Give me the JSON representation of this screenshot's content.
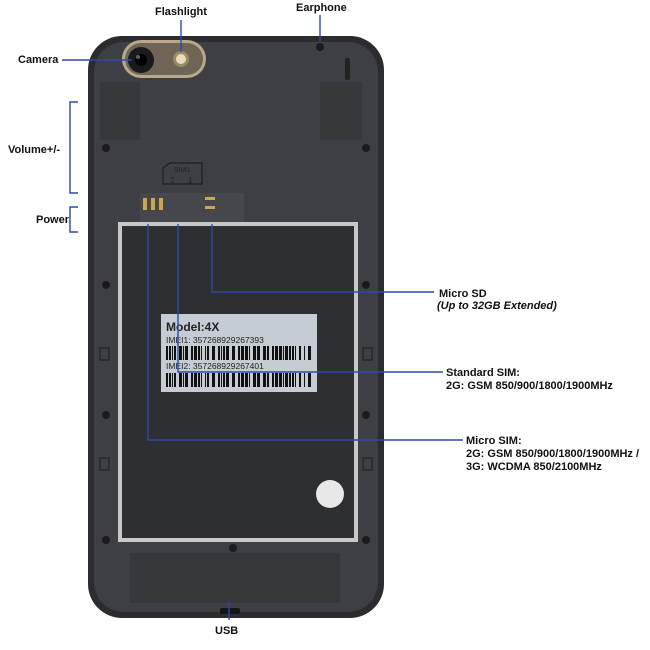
{
  "labels": {
    "camera": "Camera",
    "flashlight": "Flashlight",
    "earphone": "Earphone",
    "volume": "Volume+/-",
    "power": "Power",
    "micro_sd": "Micro SD",
    "micro_sd_note": "(Up to 32GB Extended)",
    "standard_sim": "Standard SIM:",
    "standard_sim_bands": "2G: GSM 850/900/1800/1900MHz",
    "micro_sim": "Micro SIM:",
    "micro_sim_bands_2g": "2G: GSM 850/900/1800/1900MHz /",
    "micro_sim_bands_3g": "3G: WCDMA 850/2100MHz",
    "usb": "USB"
  },
  "sticker": {
    "model": "Model:4X",
    "imei1": "IMEI1: 357268929267393",
    "imei2": "IMEI2: 357268929267401"
  },
  "sim_tray_marking": {
    "sim1": "SIM1",
    "slot2": "2",
    "slot1": "1"
  },
  "colors": {
    "callout": "#2a4aa8",
    "body": "#3a3c40"
  }
}
